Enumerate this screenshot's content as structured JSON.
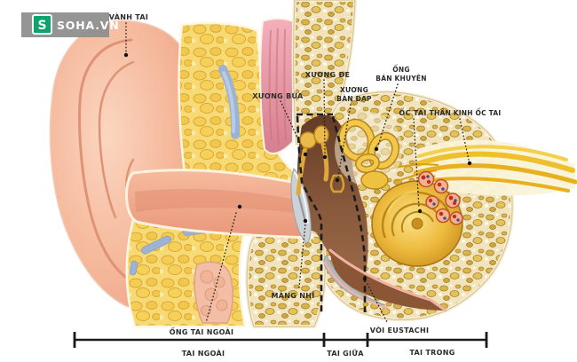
{
  "logo": {
    "icon_letter": "S",
    "site": "SOHA.VN"
  },
  "labels": {
    "vanh_tai": "VÀNH TAI",
    "xuong_bua": "XƯƠNG BÚA",
    "xuong_de": "XƯƠNG ĐE",
    "xuong_ban_dap_1": "XƯƠNG",
    "xuong_ban_dap_2": "BÀN ĐẠP",
    "ong_ban_khuyen_1": "ỐNG",
    "ong_ban_khuyen_2": "BÁN KHUYÊN",
    "oc_tai": "ỐC TAI",
    "than_kinh_oc_tai": "THẦN KINH ỐC TAI",
    "mang_nhi": "MÀNG NHĨ",
    "ong_tai_ngoai": "ỐNG TAI NGOÀI",
    "voi_eustachi": "VÒI EUSTACHI"
  },
  "regions": {
    "outer": "TAI NGOÀI",
    "middle": "TAI GIỮA",
    "inner": "TAI TRONG"
  },
  "colors": {
    "skin_pink": "#f5b89b",
    "fat_yellow": "#f7da74",
    "bone_cream": "#f1e4bd",
    "cartilage_blue": "#9db3d3",
    "muscle_rose": "#e590a0",
    "cavity_brown": "#7a4a30",
    "ossicle_gold": "#ecba4a",
    "cochlea_gold": "#eebb3e",
    "eardrum_gray": "#ccd1d6",
    "label_ink": "#2b2b2b",
    "logo_gray": "#8d8d8d",
    "logo_green": "#0ca36d"
  }
}
